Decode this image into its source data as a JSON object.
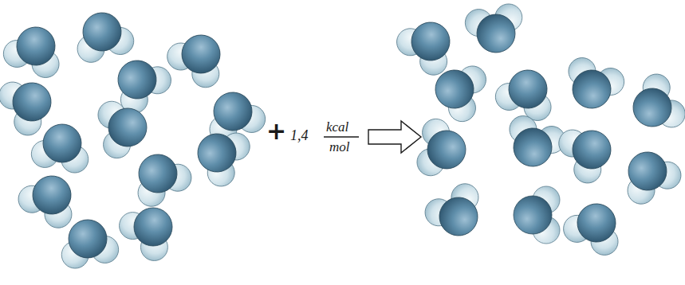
{
  "diagram": {
    "labels": [
      "+",
      "1,4",
      "kcal",
      "mol"
    ]
  }
}
